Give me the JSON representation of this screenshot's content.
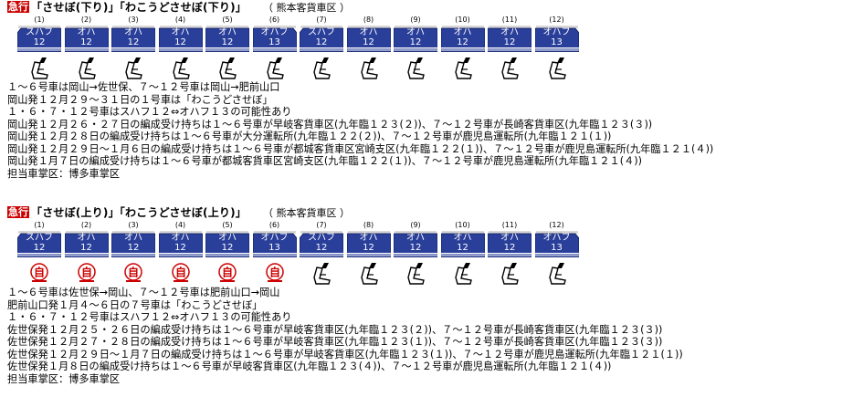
{
  "down": {
    "badge": "急行",
    "title": "「させぼ(下り)」「わこうどさせぼ(下り)」",
    "depot": "（ 熊本客貨車区 ）",
    "cars": [
      {
        "num": "(1)",
        "name": "スハフ",
        "type": "12"
      },
      {
        "num": "(2)",
        "name": "オハ",
        "type": "12"
      },
      {
        "num": "(3)",
        "name": "オハ",
        "type": "12"
      },
      {
        "num": "(4)",
        "name": "オハ",
        "type": "12"
      },
      {
        "num": "(5)",
        "name": "オハ",
        "type": "12"
      },
      {
        "num": "(6)",
        "name": "オハフ",
        "type": "13"
      },
      {
        "num": "(7)",
        "name": "スハフ",
        "type": "12"
      },
      {
        "num": "(8)",
        "name": "オハ",
        "type": "12"
      },
      {
        "num": "(9)",
        "name": "オハ",
        "type": "12"
      },
      {
        "num": "(10)",
        "name": "オハ",
        "type": "12"
      },
      {
        "num": "(11)",
        "name": "オハ",
        "type": "12"
      },
      {
        "num": "(12)",
        "name": "オハフ",
        "type": "13"
      }
    ],
    "notes": [
      "１～６号車は岡山→佐世保、７～１２号車は岡山→肥前山口",
      "岡山発１２月２９～３１日の１号車は「わこうどさせぼ」",
      "１・６・７・１２号車はスハフ１２⇔オハフ１３の可能性あり",
      "岡山発１２月２６・２７日の編成受け持ちは１～６号車が早岐客貨車区(九年臨１２３(２))、７～１２号車が長崎客貨車区(九年臨１２３(３))",
      "岡山発１２月２８日の編成受け持ちは１～６号車が大分運転所(九年臨１２２(２))、７～１２号車が鹿児島運転所(九年臨１２１(１))",
      "岡山発１２月２９日～１月６日の編成受け持ちは１～６号車が都城客貨車区宮崎支区(九年臨１２２(１))、７～１２号車が鹿児島運転所(九年臨１２１(４))",
      "岡山発１月７日の編成受け持ちは１～６号車が都城客貨車区宮崎支区(九年臨１２２(１))、７～１２号車が鹿児島運転所(九年臨１２１(４))",
      "担当車掌区：博多車掌区"
    ]
  },
  "up": {
    "badge": "急行",
    "title": "「させぼ(上り)」「わこうどさせぼ(上り)」",
    "depot": "（ 熊本客貨車区 ）",
    "cars": [
      {
        "num": "(1)",
        "name": "スハフ",
        "type": "12"
      },
      {
        "num": "(2)",
        "name": "オハ",
        "type": "12"
      },
      {
        "num": "(3)",
        "name": "オハ",
        "type": "12"
      },
      {
        "num": "(4)",
        "name": "オハ",
        "type": "12"
      },
      {
        "num": "(5)",
        "name": "オハ",
        "type": "12"
      },
      {
        "num": "(6)",
        "name": "オハフ",
        "type": "13"
      },
      {
        "num": "(7)",
        "name": "スハフ",
        "type": "12"
      },
      {
        "num": "(8)",
        "name": "オハ",
        "type": "12"
      },
      {
        "num": "(9)",
        "name": "オハ",
        "type": "12"
      },
      {
        "num": "(10)",
        "name": "オハ",
        "type": "12"
      },
      {
        "num": "(11)",
        "name": "オハ",
        "type": "12"
      },
      {
        "num": "(12)",
        "name": "オハフ",
        "type": "13"
      }
    ],
    "free_seat_label": "自",
    "notes": [
      "１～６号車は佐世保→岡山、７～１２号車は肥前山口→岡山",
      "肥前山口発１月４～６日の７号車は「わこうどさせぼ」",
      "１・６・７・１２号車はスハフ１２⇔オハフ１３の可能性あり",
      "佐世保発１２月２５・２６日の編成受け持ちは１～６号車が早岐客貨車区(九年臨１２３(２))、７～１２号車が長崎客貨車区(九年臨１２３(３))",
      "佐世保発１２月２７・２８日の編成受け持ちは１～６号車が早岐客貨車区(九年臨１２３(１))、７～１２号車が長崎客貨車区(九年臨１２３(３))",
      "佐世保発１２月２９日～１月７日の編成受け持ちは１～６号車が早岐客貨車区(九年臨１２３(１))、７～１２号車が鹿児島運転所(九年臨１２１(１))",
      "佐世保発１月８日の編成受け持ちは１～６号車が早岐客貨車区(九年臨１２３(４))、７～１２号車が鹿児島運転所(九年臨１２１(４))",
      "担当車掌区：博多車掌区"
    ]
  },
  "colors": {
    "car_body": "#2a3f9a",
    "car_stripe": "#ffffff",
    "car_roof": "#d8d8d8",
    "badge": "#cc0000",
    "free_seat": "#cc0000"
  },
  "icons": {
    "reserved": "reclining-seat-icon",
    "free": "free-seat-icon"
  }
}
